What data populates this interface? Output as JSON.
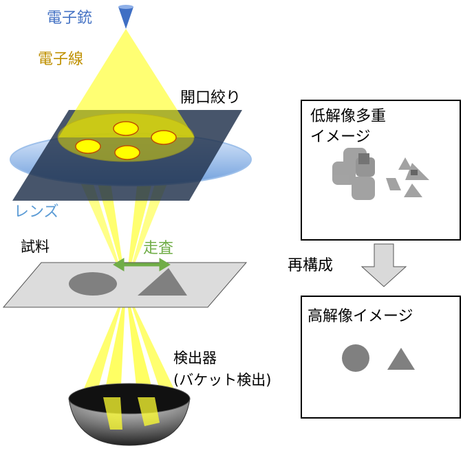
{
  "labels": {
    "gun": "電子銃",
    "beam": "電子線",
    "aperture": "開口絞り",
    "lens": "レンズ",
    "sample": "試料",
    "scan": "走査",
    "detector": "検出器",
    "detector_note": "(バケット検出)",
    "reconstruct": "再構成"
  },
  "low_res_box": {
    "line1": "低解像多重",
    "line2": "イメージ"
  },
  "high_res_box": {
    "title": "高解像イメージ"
  },
  "colors": {
    "gun": "#4472c4",
    "beam": "#bf9000",
    "lens": "#5b9bd5",
    "scan": "#70ad47",
    "yellow": "#ffff00"
  }
}
